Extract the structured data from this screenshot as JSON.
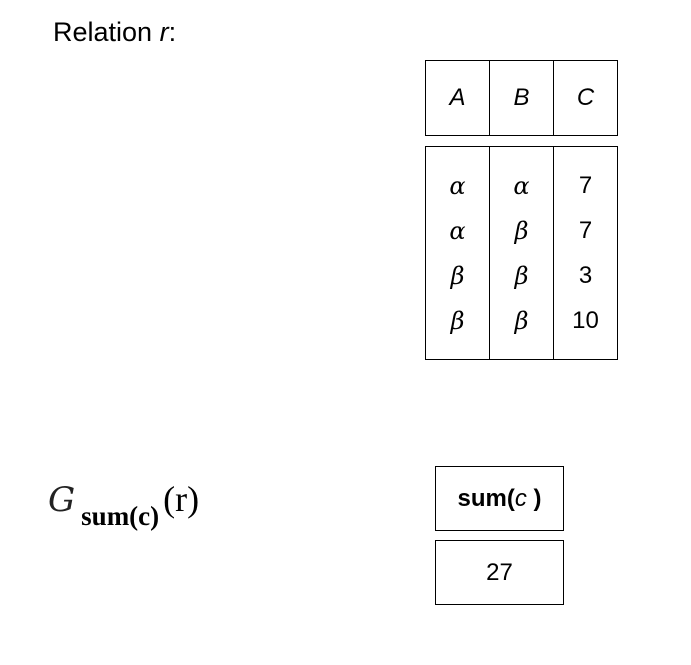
{
  "title": {
    "text": "Relation ",
    "relation": "r",
    "suffix": ":"
  },
  "relation_table": {
    "headers": [
      "A",
      "B",
      "C"
    ],
    "rows": [
      [
        "α",
        "α",
        "7"
      ],
      [
        "α",
        "β",
        "7"
      ],
      [
        "β",
        "β",
        "3"
      ],
      [
        "β",
        "β",
        "10"
      ]
    ]
  },
  "expression": {
    "operator": "G",
    "subscript": "sum(c)",
    "argument": "(r)"
  },
  "result_table": {
    "header_func": "sum(",
    "header_arg": "c",
    "header_close": " )",
    "value": "27"
  }
}
